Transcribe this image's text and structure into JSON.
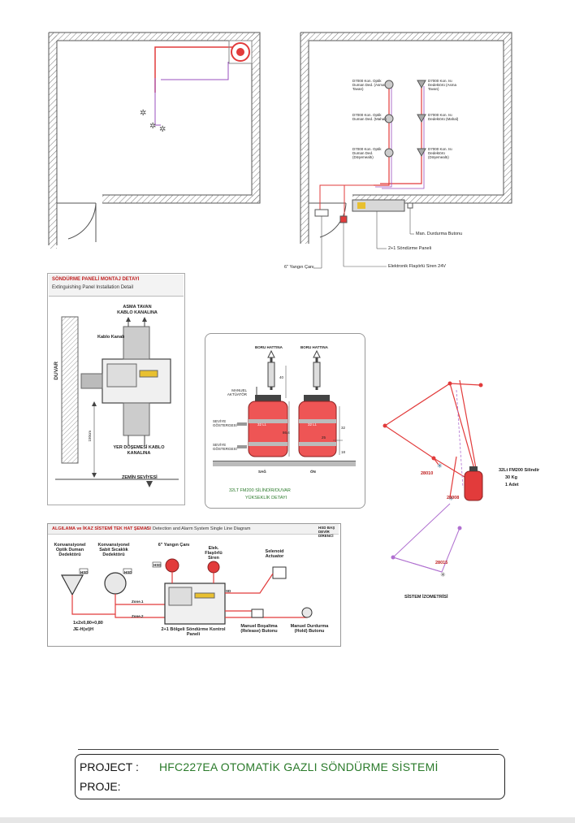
{
  "floorplan_right": {
    "labels": [
      {
        "text": "D7000 Kon. Optik Duman Ded. (Asma Tavan)",
        "side": "left"
      },
      {
        "text": "D7000 Kon. Optik Duman Ded. (Mahal)",
        "side": "left"
      },
      {
        "text": "D7000 Kon. Optik Duman Ded. (Döşemealtı)",
        "side": "left"
      },
      {
        "text": "D7000 Kon. Isı Dedektörü (Asma Tavan)",
        "side": "right"
      },
      {
        "text": "D7000 Kon. Isı Dedektörü (Mahal)",
        "side": "right"
      },
      {
        "text": "D7000 Kon. Isı Dedektörü (Döşemealtı)",
        "side": "right"
      }
    ],
    "callouts": {
      "manual_hold": "Man. Durdurma Butonu",
      "panel": "2+1 Söndürme Paneli",
      "siren": "Elektronik Flaşörlü Siren 24V",
      "bell": "6\" Yangın Çanı"
    }
  },
  "panel_install": {
    "title": "SÖNDÜRME PANELİ MONTAJ DETAYI",
    "subtitle": "Extinguishing Panel Installation Detail",
    "wall": "DUVAR",
    "ceiling_channel": "ASMA TAVAN KABLO KANALINA",
    "cable_channel": "Kablo Kanalı",
    "floor_channel": "YER DÖŞEMESİ KABLO KANALINA",
    "height": "150cm",
    "floor_level": "ZEMİN SEVİYESİ"
  },
  "cylinder_detail": {
    "pipe_left": "BORU HATTINA",
    "pipe_right": "BORU HATTINA",
    "tag1": "MANUEL AKTÜATÖR",
    "tag2": "SEVİYE GÖSTERGESİ",
    "tag3": "SEVİYE GÖSTERGESİ",
    "vol_left": "32 Lt.",
    "vol_right": "32 Lt.",
    "dims": [
      "40",
      "86,4",
      "25",
      "32",
      "18"
    ],
    "view_left": "SAĞ",
    "view_right": "ÖN",
    "caption1": "32LT FM200 SİLİNDİR/DUVAR",
    "caption2": "YÜKSEKLİK DETAYI"
  },
  "isometric": {
    "nodes": [
      "28010",
      "28008",
      "28015"
    ],
    "cylinder_label": [
      "32Lt FM200 Silindir",
      "30 Kg",
      "1 Adet"
    ],
    "caption": "SİSTEM İZOMETRİSİ"
  },
  "single_line": {
    "title": "ALGILAMA ve İKAZ SİSTEMİ TEK HAT ŞEMASI",
    "title_en": "Detection and Alarm System Single Line Diagram",
    "legend": "HSD BAŞ DEVİR DİRENCİ",
    "devices": {
      "optic": "Konvansiyonel Optik Duman Dedektörü",
      "heat": "Konvansiyonel Sabit Sıcaklık Dedektörü",
      "bell": "6\" Yangın Çanı",
      "siren": "Elek. Flaşörlü Siren",
      "actuator": "Selenoid Actuator",
      "panel": "2+1 Bölgeli Söndürme Kontrol Paneli",
      "release": "Manuel Boşaltma (Release) Butonu",
      "hold": "Manuel Durdurma (Hold) Butonu"
    },
    "zone1": "Zone.1",
    "zone2": "Zone.2",
    "cable1": "1x2x0,80+0,80",
    "cable2": "JE-H(st)H",
    "hsd": "HSD",
    "sd": "SD"
  },
  "project": {
    "label1": "PROJECT :",
    "label2": "PROJE:",
    "value": "HFC227EA OTOMATİK GAZLI SÖNDÜRME SİSTEMİ"
  }
}
